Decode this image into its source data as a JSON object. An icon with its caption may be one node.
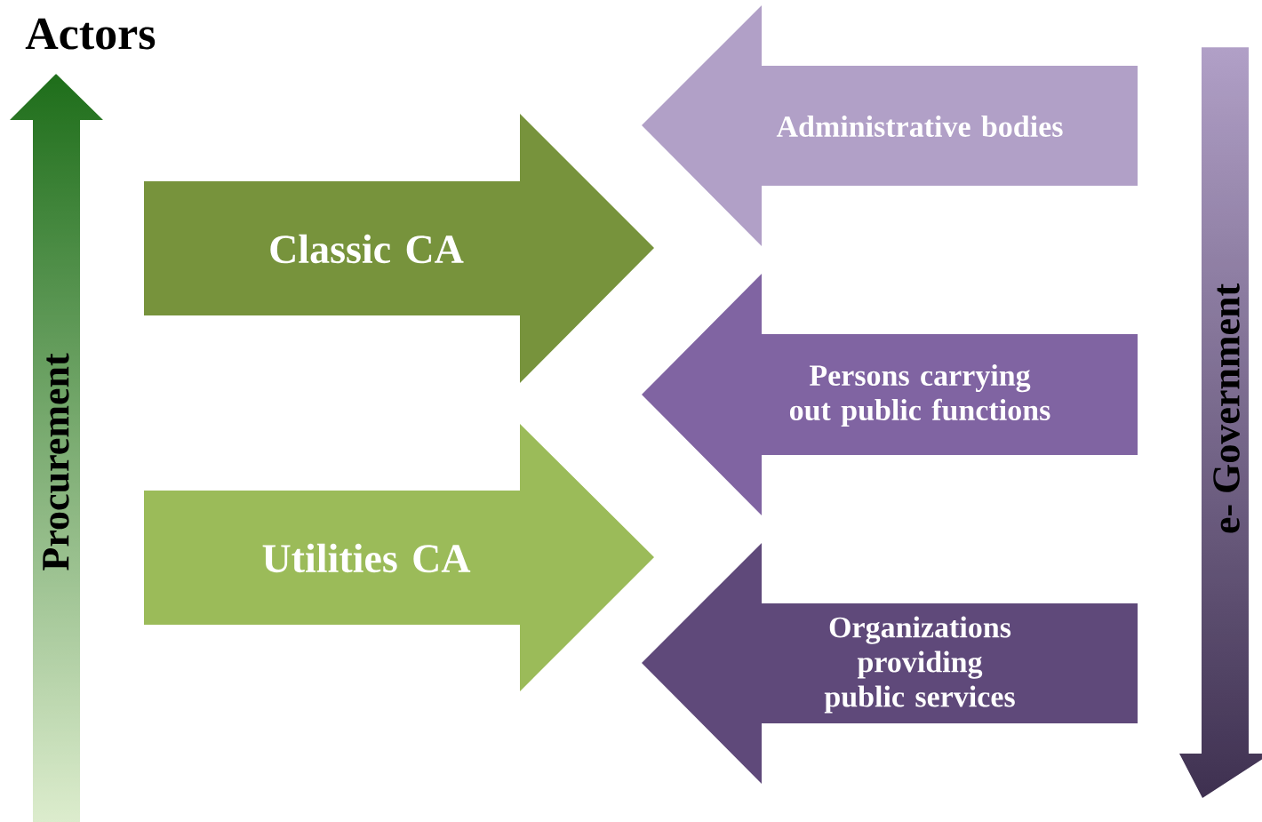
{
  "diagram": {
    "title": "Actors",
    "nodes": [
      {
        "text": [
          "Procurement"
        ]
      },
      {
        "text": [
          "Classic CA"
        ]
      },
      {
        "text": [
          "Utilities CA"
        ]
      },
      {
        "text": [
          "Administrative bodies"
        ]
      },
      {
        "text": [
          "Persons carrying out public functions"
        ]
      },
      {
        "text": [
          "Organizations providing public services"
        ]
      },
      {
        "text": [
          "e- Government"
        ]
      }
    ],
    "edges": []
  }
}
